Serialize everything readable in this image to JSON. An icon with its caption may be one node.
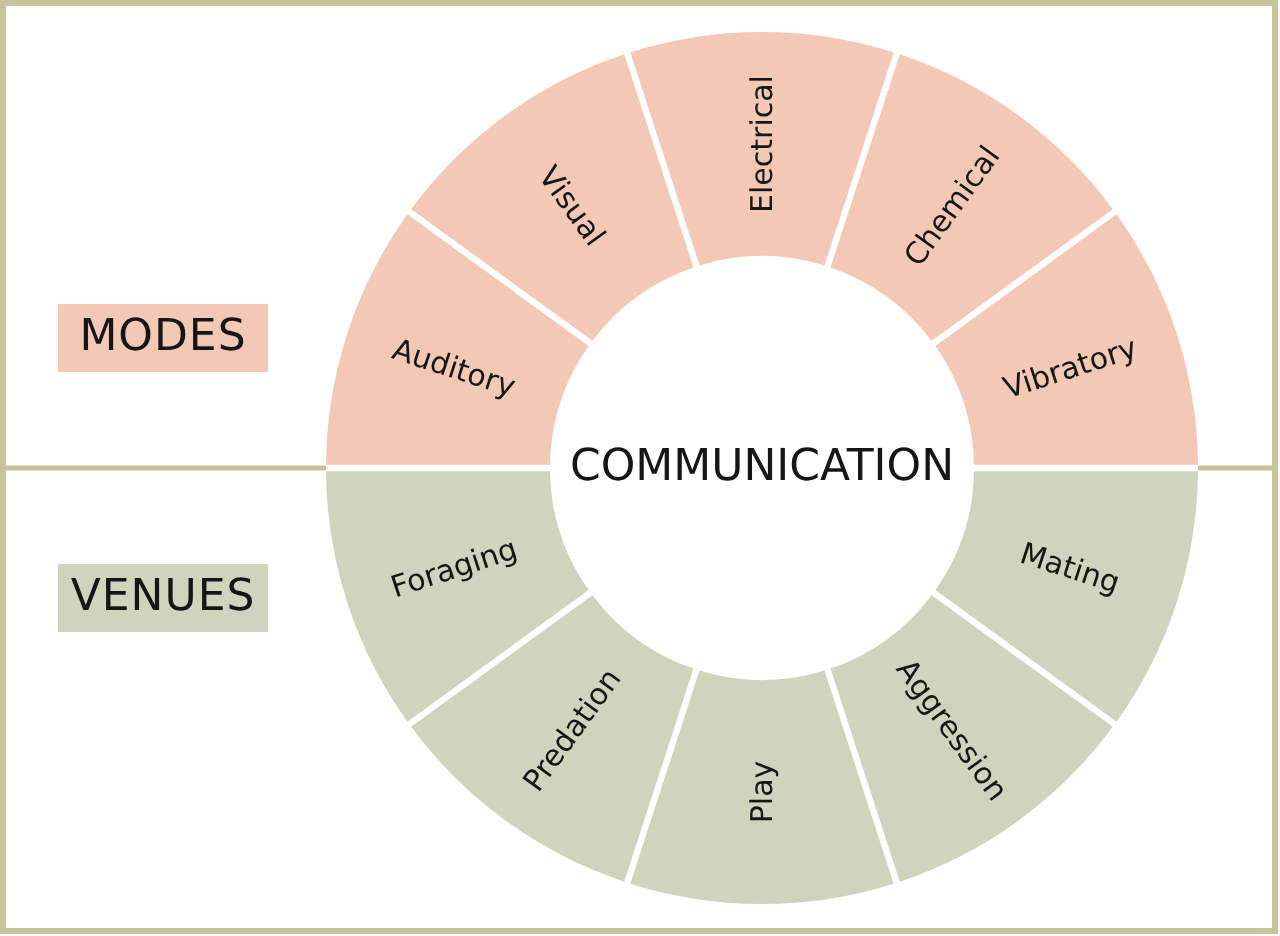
{
  "diagram": {
    "nodes": [
      {
        "text": [
          "MODES"
        ]
      },
      {
        "text": [
          "VENUES"
        ]
      },
      {
        "text": [
          "COMMUNICATION"
        ]
      },
      {
        "text": [
          "Auditory"
        ]
      },
      {
        "text": [
          "Visual"
        ]
      },
      {
        "text": [
          "Electrical"
        ]
      },
      {
        "text": [
          "Chemical"
        ]
      },
      {
        "text": [
          "Vibratory"
        ]
      },
      {
        "text": [
          "Foraging"
        ]
      },
      {
        "text": [
          "Predation"
        ]
      },
      {
        "text": [
          "Play"
        ]
      },
      {
        "text": [
          "Aggression"
        ]
      },
      {
        "text": [
          "Mating"
        ]
      }
    ]
  }
}
